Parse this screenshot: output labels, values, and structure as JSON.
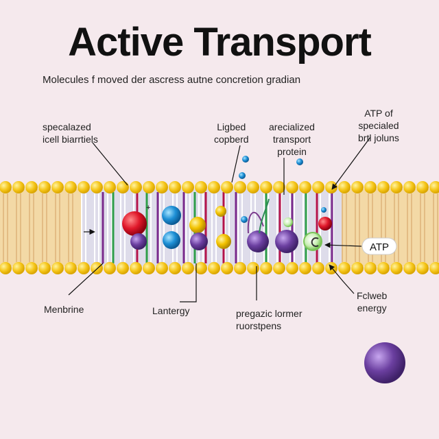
{
  "title": "Active Transport",
  "subtitle": "Molecules f moved der ascress autne concretion gradian",
  "labels": {
    "specialized_cell": "specalazed\nicell biarrtiels",
    "ligbed": "Ligbed\ncopberd",
    "transport_protein": "arecialized\ntransport\nprotein",
    "atp_specialized": "ATP of\nspecialed\nbrtl joluns",
    "membrane": "Menbrine",
    "lantergy": "Lantergy",
    "pregazic": "pregazic lormer\nruorstpens",
    "fclwebn": "Fclweb\nenergy",
    "atp_badge": "ATP"
  },
  "colors": {
    "background": "#f5e9ed",
    "lipid_head": "#f5c518",
    "red_molecule": "#d9182a",
    "blue_molecule": "#1e90d6",
    "purple_molecule": "#6b3fa0",
    "yellow_molecule": "#f2c200"
  }
}
